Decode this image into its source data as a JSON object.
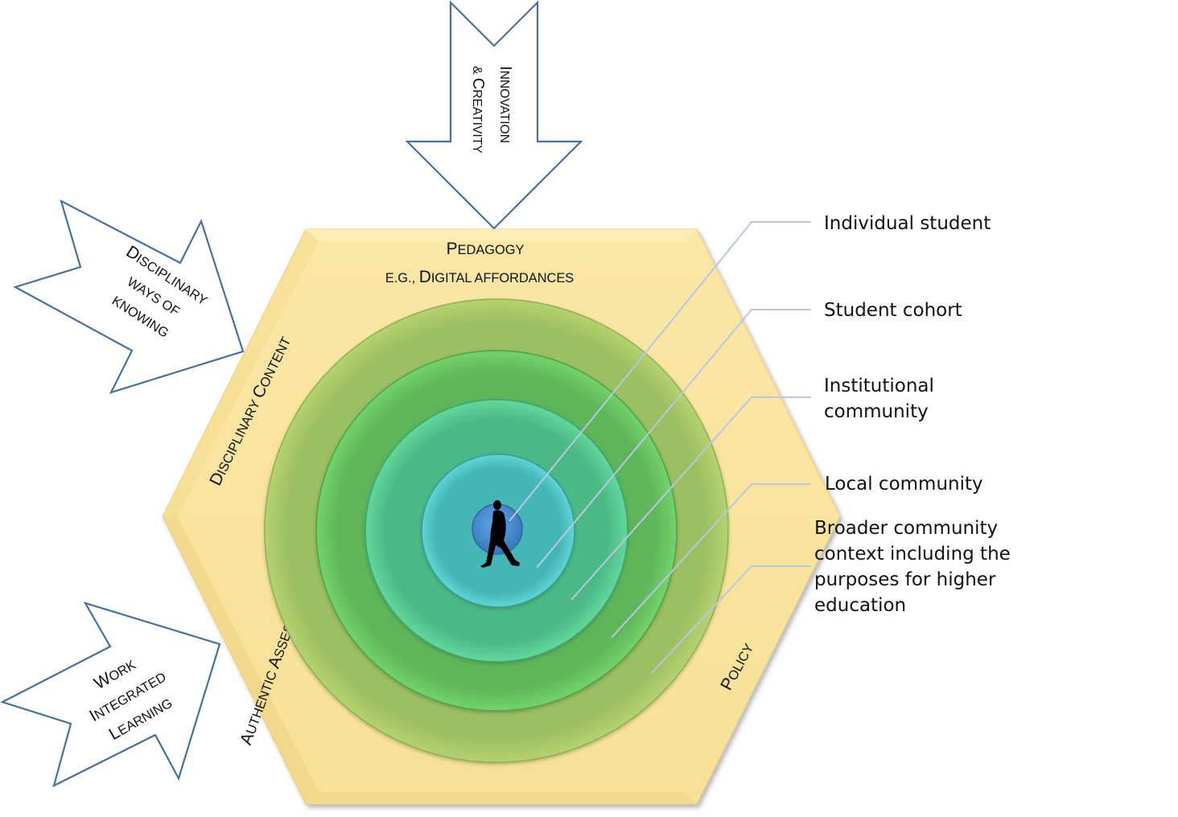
{
  "diagram": {
    "arrows": {
      "top": {
        "line1": "Innovation",
        "line2": "& Creativity"
      },
      "upper_left": {
        "line1": "Disciplinary",
        "line2": "ways of",
        "line3": "knowing"
      },
      "lower_left": {
        "line1": "Work",
        "line2": "Integrated",
        "line3": "Learning"
      }
    },
    "hexagon": {
      "top_line1": "Pedagogy",
      "top_line2": "e.g., Digital affordances",
      "upper_left_side": "Disciplinary Content",
      "lower_left_side": "Authentic Assessment",
      "lower_right_side": "Policy",
      "fill_color": "#f9e29a"
    },
    "rings": [
      {
        "name": "Broader community context",
        "color": "#9cbf62"
      },
      {
        "name": "Local community",
        "color": "#5fb55a"
      },
      {
        "name": "Institutional community",
        "color": "#4cb985"
      },
      {
        "name": "Student cohort",
        "color": "#45b6b6"
      },
      {
        "name": "Individual student",
        "color": "#4a8fd6"
      }
    ],
    "legend": [
      {
        "lines": [
          "Individual student"
        ]
      },
      {
        "lines": [
          "Student cohort"
        ]
      },
      {
        "lines": [
          "Institutional",
          "community"
        ]
      },
      {
        "lines": [
          "Local community"
        ]
      },
      {
        "lines": [
          "Broader community",
          "context including the",
          "purposes for higher",
          "education"
        ]
      }
    ],
    "center_icon": "walking-person-icon"
  }
}
